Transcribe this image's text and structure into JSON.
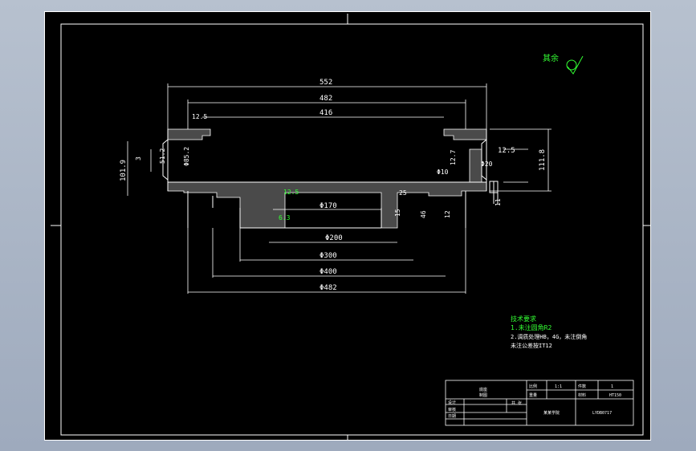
{
  "roughness": {
    "label": "其余"
  },
  "dimensions": {
    "d552": "552",
    "d482": "482",
    "d416": "416",
    "d12_5": "12.5",
    "d101_9": "101.9",
    "d3": "3",
    "d51_2": "51.2",
    "d85_2": "Φ85.2",
    "d12_7": "12.7",
    "d10": "Φ10",
    "d20": "Φ20",
    "d12_5r": "12.5",
    "d111_8": "111.8",
    "d11": "11",
    "d170": "Φ170",
    "d200": "Φ200",
    "d300": "Φ300",
    "d400": "Φ400",
    "d482b": "Φ482",
    "d12b": "12",
    "d46": "46",
    "d15": "15",
    "d25": "25",
    "r12_5": "12.5",
    "r6_3": "6.3"
  },
  "notes": {
    "title": "技术要求",
    "line1": "1.未注圆角R2",
    "line2": "2.调质处理HB，4G，未注倒角",
    "line3": "未注公差按IT12"
  },
  "title_block": {
    "part_name": "底座",
    "label_scale": "比例",
    "scale": "1:1",
    "label_count": "件数",
    "count": "1",
    "label_weight": "重量",
    "label_material": "材料",
    "material": "HT150",
    "drawn": "设计",
    "checked": "审核",
    "org": "制图",
    "school": "某某学院",
    "code": "LYDB0717",
    "sheet": "共 张",
    "date": "日期"
  }
}
